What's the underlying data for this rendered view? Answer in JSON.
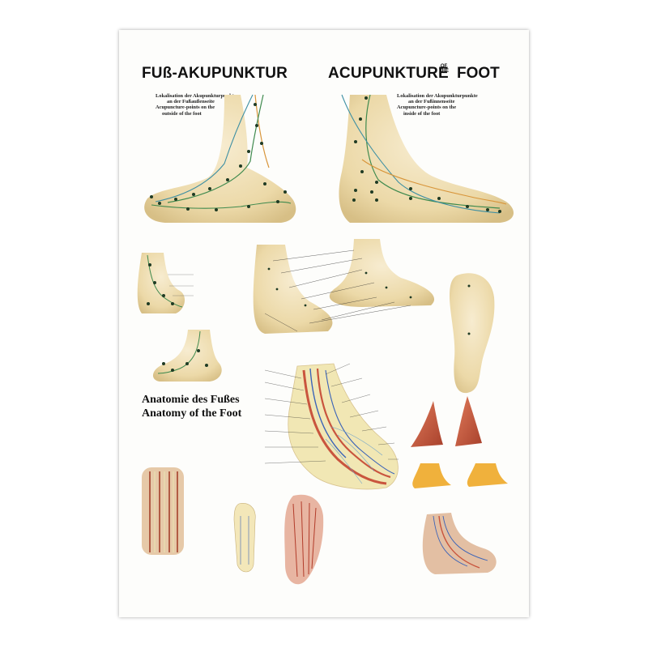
{
  "title": {
    "de": "FUß-AKUPUNKTUR",
    "en_main": "ACUPUNKTURE",
    "en_of": "OF",
    "en_the": "THE",
    "en_foot": "FOOT"
  },
  "captions": {
    "outside_de_1": "Lokalisation der Akupunkturpunkte",
    "outside_de_2": "an der Fußaußenseite",
    "outside_en_1": "Acupuncture-points on the",
    "outside_en_2": "outside of the foot",
    "inside_de_1": "Lokalisation der Akupunkturpunkte",
    "inside_de_2": "an der Fußinnenseite",
    "inside_en_1": "Acupuncture-points on the",
    "inside_en_2": "inside of the foot"
  },
  "anatomy": {
    "de": "Anatomie des Fußes",
    "en": "Anatomy of the Foot"
  },
  "colors": {
    "skin": "#efe0b8",
    "skin_shadow": "#d9c490",
    "meridian_green": "#3f8a4e",
    "meridian_orange": "#d8953a",
    "meridian_blue": "#3d8fa3",
    "point": "#1f3b24",
    "muscle": "#c9553e",
    "vein": "#3a63b8",
    "tendon": "#e9e1b0",
    "bone": "#f3e7b9"
  },
  "icons": [
    "foot-outside-illustration",
    "foot-inside-illustration",
    "foot-sole-illustration",
    "anatomy-illustration"
  ]
}
